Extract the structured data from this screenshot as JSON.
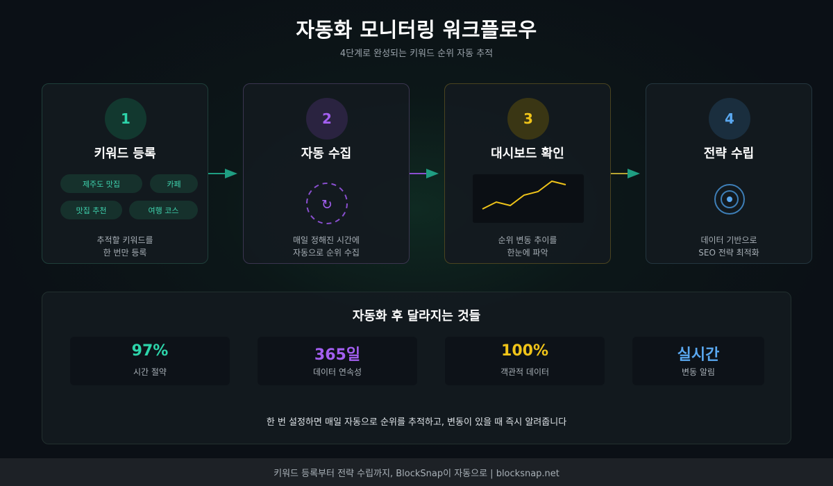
{
  "header": {
    "title": "자동화 모니터링 워크플로우",
    "subtitle": "4단계로 완성되는 키워드 순위 자동 추적"
  },
  "steps": [
    {
      "number": "1",
      "title": "키워드 등록",
      "chips": [
        "제주도 맛집",
        "카페",
        "맛집 추천",
        "여행 코스"
      ],
      "desc": "추적할 키워드를\n한 번만 등록",
      "accent": "#2dd4aa"
    },
    {
      "number": "2",
      "title": "자동 수집",
      "icon": "refresh-icon",
      "icon_glyph": "↻",
      "desc": "매일 정해진 시간에\n자동으로 순위 수집",
      "accent": "#a35ff0"
    },
    {
      "number": "3",
      "title": "대시보드 확인",
      "icon": "line-chart-icon",
      "desc": "순위 변동 추이를\n한눈에 파악",
      "accent": "#f0c419"
    },
    {
      "number": "4",
      "title": "전략 수립",
      "icon": "target-icon",
      "desc": "데이터 기반으로\nSEO 전략 최적화",
      "accent": "#5aa8f0"
    }
  ],
  "results": {
    "title": "자동화 후 달라지는 것들",
    "stats": [
      {
        "value": "97%",
        "label": "시간 절약",
        "color": "#2dd4aa"
      },
      {
        "value": "365일",
        "label": "데이터 연속성",
        "color": "#a35ff0"
      },
      {
        "value": "100%",
        "label": "객관적 데이터",
        "color": "#f0c419"
      },
      {
        "value": "실시간",
        "label": "변동 알림",
        "color": "#5aa8f0"
      }
    ],
    "note": "한 번 설정하면 매일 자동으로 순위를 추적하고, 변동이 있을 때 즉시 알려줍니다"
  },
  "footer": {
    "text": "키워드 등록부터 전략 수립까지, BlockSnap이 자동으로 | blocksnap.net"
  },
  "colors": {
    "arrow_teal": "#1f9e82",
    "arrow_purple": "#8a4fd0",
    "arrow_gold": "#b7a532"
  }
}
